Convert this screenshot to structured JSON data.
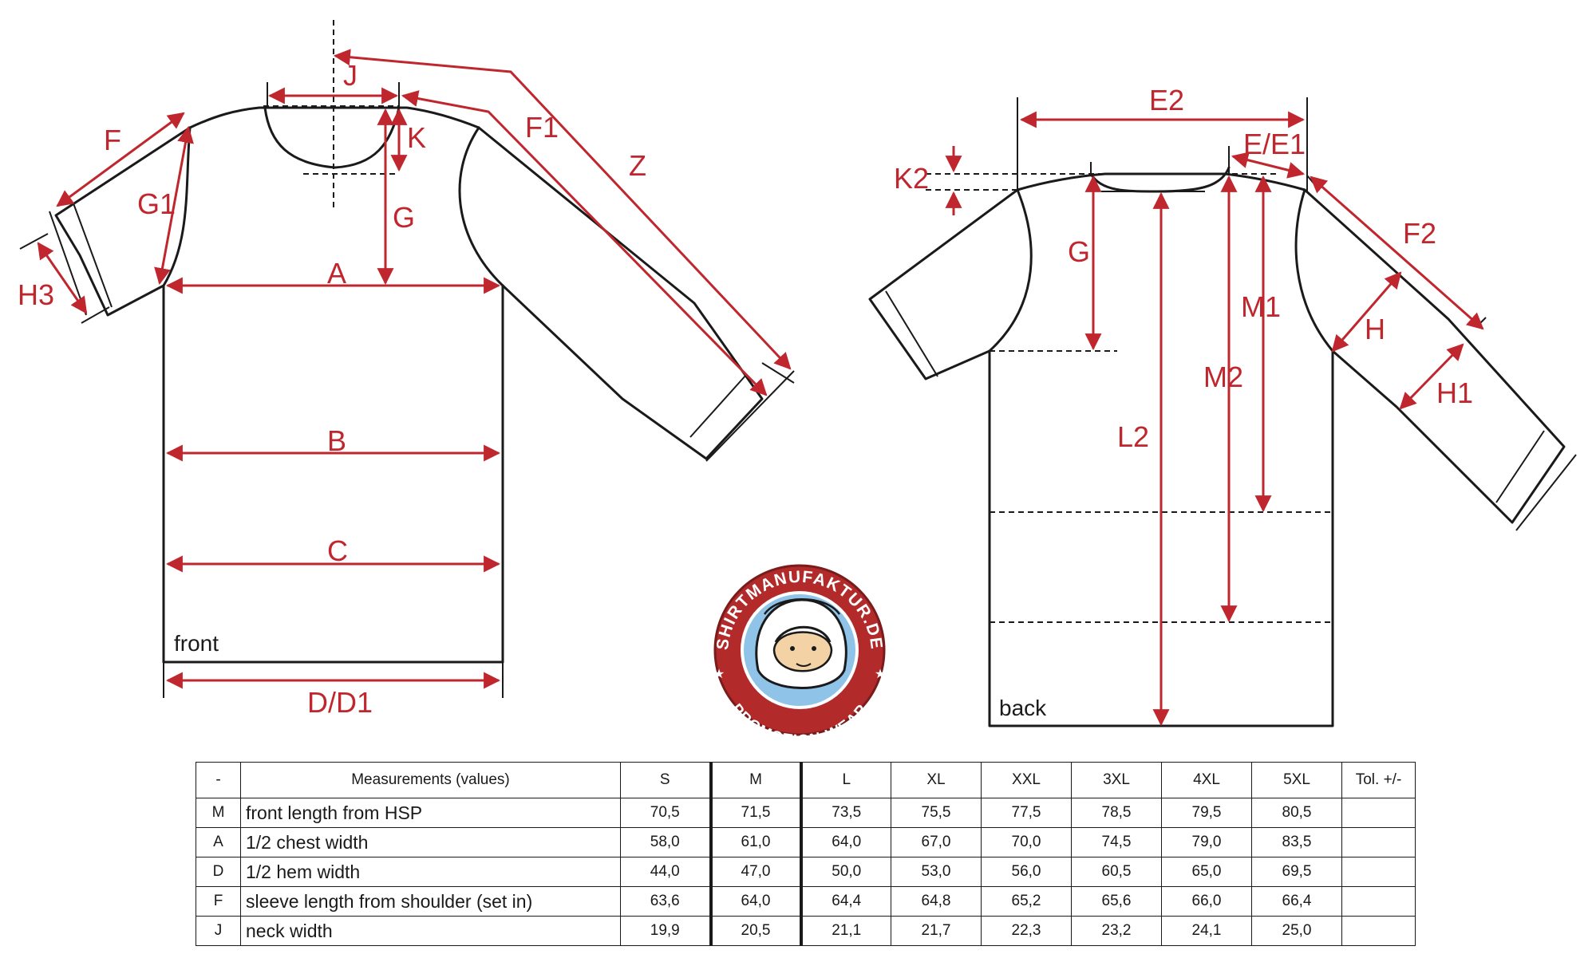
{
  "labels": {
    "J": "J",
    "K": "K",
    "F": "F",
    "F1": "F1",
    "Z": "Z",
    "G1": "G1",
    "G": "G",
    "A": "A",
    "H3": "H3",
    "B": "B",
    "C": "C",
    "D_D1": "D/D1",
    "E2": "E2",
    "E_E1": "E/E1",
    "K2": "K2",
    "F2": "F2",
    "H": "H",
    "H1": "H1",
    "M1": "M1",
    "M2": "M2",
    "L2": "L2"
  },
  "views": {
    "front": "front",
    "back": "back"
  },
  "logo": {
    "arc_top": "SHIRTMANUFAKTUR.DE",
    "arc_bottom": "PROMOTION-WEAR",
    "star": "★"
  },
  "table": {
    "headers": [
      "-",
      "Measurements (values)",
      "S",
      "M",
      "L",
      "XL",
      "XXL",
      "3XL",
      "4XL",
      "5XL",
      "Tol. +/-"
    ],
    "rows": [
      {
        "code": "M",
        "desc": "front length from HSP",
        "values": [
          "70,5",
          "71,5",
          "73,5",
          "75,5",
          "77,5",
          "78,5",
          "79,5",
          "80,5"
        ],
        "tol": ""
      },
      {
        "code": "A",
        "desc": "1/2 chest width",
        "values": [
          "58,0",
          "61,0",
          "64,0",
          "67,0",
          "70,0",
          "74,5",
          "79,0",
          "83,5"
        ],
        "tol": ""
      },
      {
        "code": "D",
        "desc": "1/2 hem width",
        "values": [
          "44,0",
          "47,0",
          "50,0",
          "53,0",
          "56,0",
          "60,5",
          "65,0",
          "69,5"
        ],
        "tol": ""
      },
      {
        "code": "F",
        "desc": "sleeve length from shoulder (set in)",
        "values": [
          "63,6",
          "64,0",
          "64,4",
          "64,8",
          "65,2",
          "65,6",
          "66,0",
          "66,4"
        ],
        "tol": ""
      },
      {
        "code": "J",
        "desc": "neck width",
        "values": [
          "19,9",
          "20,5",
          "21,1",
          "21,7",
          "22,3",
          "23,2",
          "24,1",
          "25,0"
        ],
        "tol": ""
      }
    ]
  },
  "colors": {
    "measure": "#c0262d",
    "outline": "#1a1a1a",
    "logo_ring": "#b32a2a",
    "logo_inner": "#8fc4e8"
  }
}
